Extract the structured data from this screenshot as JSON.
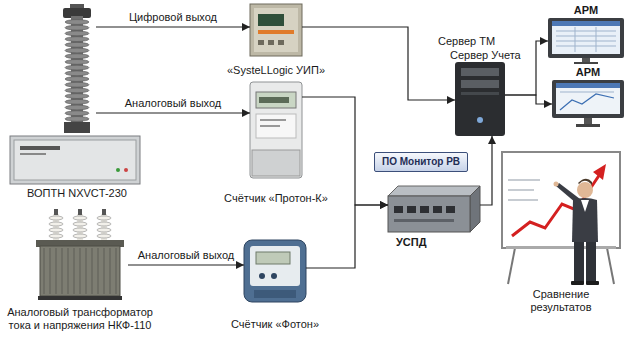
{
  "diagram": {
    "nodes": [
      {
        "text": [
          "ВОПТН NXVCT-230"
        ]
      },
      {
        "text": [
          "Аналоговый трансформатор тока и напряжения НКФ-110"
        ]
      },
      {
        "text": [
          "«SysteLLogic УИП»"
        ]
      },
      {
        "text": [
          "Счётчик «Протон-К»"
        ]
      },
      {
        "text": [
          "Счётчик «Фотон»"
        ]
      },
      {
        "text": [
          "ПО Монитор РВ"
        ]
      },
      {
        "text": [
          "УСПД"
        ]
      },
      {
        "text": [
          "Сервер ТМ",
          "Сервер Учета"
        ]
      },
      {
        "text": [
          "АРМ"
        ]
      },
      {
        "text": [
          "АРМ"
        ]
      },
      {
        "text": [
          "Сравнение результатов"
        ]
      }
    ],
    "edges": [
      {
        "from": 0,
        "to": 2,
        "label": "Цифровой выход",
        "arrow": "to"
      },
      {
        "from": 0,
        "to": 3,
        "label": "Аналоговый выход",
        "arrow": "to"
      },
      {
        "from": 1,
        "to": 4,
        "label": "Аналоговый выход",
        "arrow": "to"
      },
      {
        "from": 2,
        "to": 7,
        "arrow": "to"
      },
      {
        "from": 3,
        "to": 6,
        "arrow": "to"
      },
      {
        "from": 4,
        "to": 6,
        "arrow": "to"
      },
      {
        "from": 6,
        "to": 7,
        "arrow": "to"
      },
      {
        "from": 7,
        "to": 8,
        "arrow": "to"
      },
      {
        "from": 7,
        "to": 9,
        "arrow": "to"
      }
    ]
  }
}
